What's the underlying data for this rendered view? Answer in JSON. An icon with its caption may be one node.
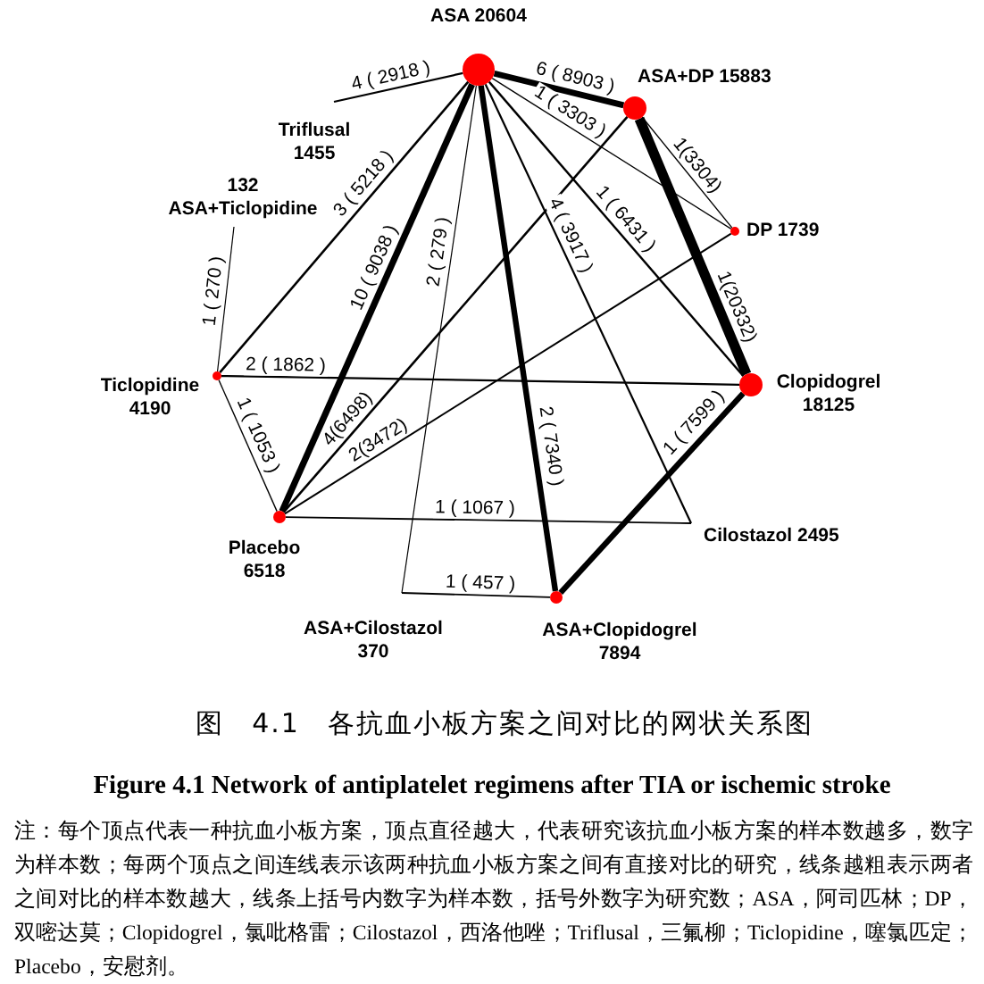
{
  "diagram": {
    "caption": "图 4.1 各抗血小板方案之间对比的网状关系图",
    "nodes": [
      {
        "text": [
          "ASA 20604"
        ]
      },
      {
        "text": [
          "ASA+DP 15883"
        ]
      },
      {
        "text": [
          "Triflusal 1455"
        ]
      },
      {
        "text": [
          "132 ASA+Ticlopidine"
        ]
      },
      {
        "text": [
          "DP 1739"
        ]
      },
      {
        "text": [
          "Ticlopidine 4190"
        ]
      },
      {
        "text": [
          "Clopidogrel 18125"
        ]
      },
      {
        "text": [
          "Placebo 6518"
        ]
      },
      {
        "text": [
          "Cilostazol 2495"
        ]
      },
      {
        "text": [
          "ASA+Cilostazol 370"
        ]
      },
      {
        "text": [
          "ASA+Clopidogrel 7894"
        ]
      }
    ],
    "edges": [
      {
        "from": 0,
        "to": 2,
        "arrow": "none",
        "label": "4 ( 2918 )"
      },
      {
        "from": 0,
        "to": 1,
        "arrow": "none",
        "label": "6 ( 8903 )",
        "style": "thick"
      },
      {
        "from": 0,
        "to": 4,
        "arrow": "none",
        "label": "1 ( 3303 )"
      },
      {
        "from": 1,
        "to": 4,
        "arrow": "none",
        "label": "1(3304)"
      },
      {
        "from": 1,
        "to": 6,
        "arrow": "none",
        "label": "1(20332)",
        "style": "thick"
      },
      {
        "from": 0,
        "to": 5,
        "arrow": "none",
        "label": "3 ( 5218 )"
      },
      {
        "from": 0,
        "to": 7,
        "arrow": "none",
        "label": "10 ( 9038 )",
        "style": "thick"
      },
      {
        "from": 0,
        "to": 9,
        "arrow": "none",
        "label": "2 ( 279 )"
      },
      {
        "from": 0,
        "to": 10,
        "arrow": "none",
        "label": "2 ( 7340 )",
        "style": "thick"
      },
      {
        "from": 0,
        "to": 8,
        "arrow": "none",
        "label": "4 ( 3917 )"
      },
      {
        "from": 0,
        "to": 6,
        "arrow": "none",
        "label": "1 ( 6431 )"
      },
      {
        "from": 1,
        "to": 7,
        "arrow": "none",
        "label": "4(6498)"
      },
      {
        "from": 4,
        "to": 7,
        "arrow": "none",
        "label": "2(3472)"
      },
      {
        "from": 3,
        "to": 5,
        "arrow": "none",
        "label": "1 ( 270 )"
      },
      {
        "from": 5,
        "to": 6,
        "arrow": "none",
        "label": "2 ( 1862 )"
      },
      {
        "from": 5,
        "to": 7,
        "arrow": "none",
        "label": "1 ( 1053 )"
      },
      {
        "from": 7,
        "to": 8,
        "arrow": "none",
        "label": "1 ( 1067 )"
      },
      {
        "from": 9,
        "to": 10,
        "arrow": "none",
        "label": "1 ( 457 )"
      },
      {
        "from": 6,
        "to": 10,
        "arrow": "none",
        "label": "1 ( 7599 )",
        "style": "thick"
      }
    ],
    "labels": [
      "Figure 4.1 Network of antiplatelet regimens after TIA or ischemic stroke",
      "注：每个顶点代表一种抗血小板方案，顶点直径越大，代表研究该抗血小板方案的样本数越多，数字为样本数；每两个顶点之间连线表示该两种抗血小板方案之间有直接对比的研究，线条越粗表示两者之间对比的样本数越大，线条上括号内数字为样本数，括号外数字为研究数；ASA，阿司匹林；DP，双嘧达莫；Clopidogrel，氯吡格雷；Cilostazol，西洛他唑；Triflusal，三氟柳；Ticlopidine，噻氯匹定；Placebo，安慰剂。"
    ]
  }
}
